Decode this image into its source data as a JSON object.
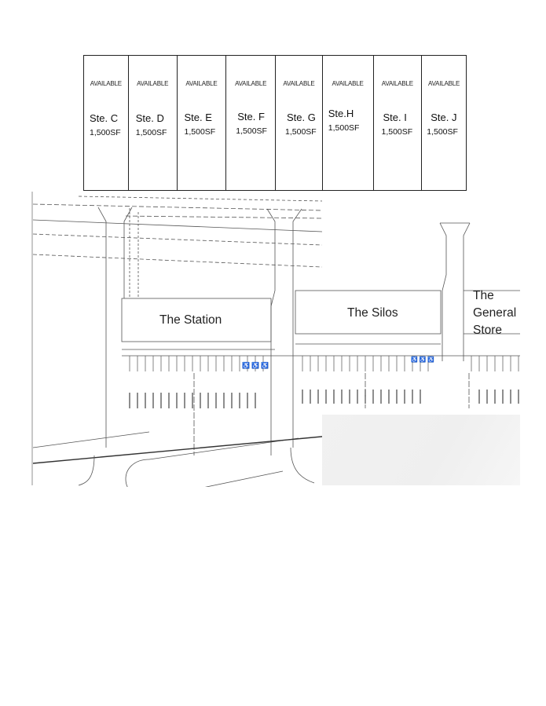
{
  "suites": [
    {
      "status": "AVAILABLE",
      "name": "Ste. C",
      "area": "1,500SF"
    },
    {
      "status": "AVAILABLE",
      "name": "Ste. D",
      "area": "1,500SF"
    },
    {
      "status": "AVAILABLE",
      "name": "Ste. E",
      "area": "1,500SF"
    },
    {
      "status": "AVAILABLE",
      "name": "Ste. F",
      "area": "1,500SF"
    },
    {
      "status": "AVAILABLE",
      "name": "Ste. G",
      "area": "1,500SF"
    },
    {
      "status": "AVAILABLE",
      "name": "Ste.H",
      "area": "1,500SF"
    },
    {
      "status": "AVAILABLE",
      "name": "Ste. I",
      "area": "1,500SF"
    },
    {
      "status": "AVAILABLE",
      "name": "Ste. J",
      "area": "1,500SF"
    }
  ],
  "site_plan": {
    "buildings": [
      {
        "label": "The Station"
      },
      {
        "label": "The Silos"
      },
      {
        "label_lines": [
          "The",
          "General",
          "Store"
        ]
      }
    ],
    "line_color": "#555555"
  }
}
